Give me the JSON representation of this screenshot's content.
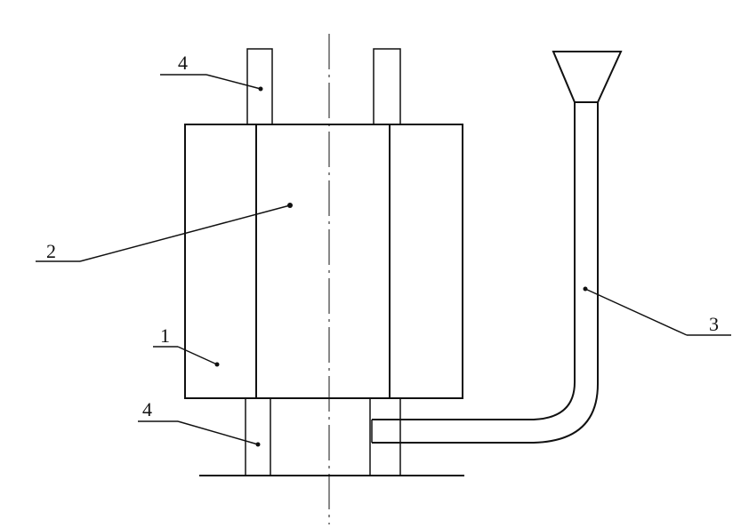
{
  "diagram": {
    "labels": {
      "body": "1",
      "bore": "2",
      "feed_tube": "3",
      "porous_top": "4",
      "porous_bottom": "4"
    }
  },
  "colors": {
    "ink": "#111111",
    "background": "#ffffff"
  }
}
